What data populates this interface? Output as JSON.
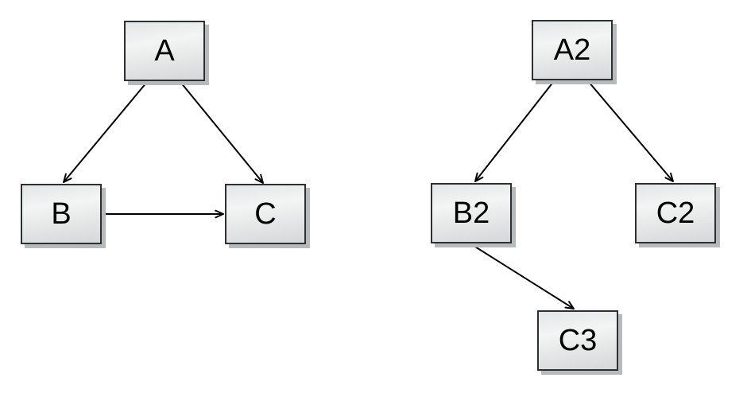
{
  "diagram": {
    "type": "directed-graph",
    "background_color": "#ffffff",
    "node_style": {
      "fill_top": "#e4e5e6",
      "fill_mid": "#f3f4f4",
      "fill_bottom": "#d6d7d8",
      "border_color": "#2e2f31",
      "shadow_color": "#b8b9ba",
      "text_color": "#000000"
    },
    "edge_color": "#000000",
    "graphs": [
      {
        "name": "left-graph",
        "nodes": [
          {
            "id": "A",
            "label": "A"
          },
          {
            "id": "B",
            "label": "B"
          },
          {
            "id": "C",
            "label": "C"
          }
        ],
        "edges": [
          {
            "from": "A",
            "to": "B"
          },
          {
            "from": "A",
            "to": "C"
          },
          {
            "from": "B",
            "to": "C"
          }
        ]
      },
      {
        "name": "right-graph",
        "nodes": [
          {
            "id": "A2",
            "label": "A2"
          },
          {
            "id": "B2",
            "label": "B2"
          },
          {
            "id": "C2",
            "label": "C2"
          },
          {
            "id": "C3",
            "label": "C3"
          }
        ],
        "edges": [
          {
            "from": "A2",
            "to": "B2"
          },
          {
            "from": "A2",
            "to": "C2"
          },
          {
            "from": "B2",
            "to": "C3"
          }
        ]
      }
    ]
  }
}
